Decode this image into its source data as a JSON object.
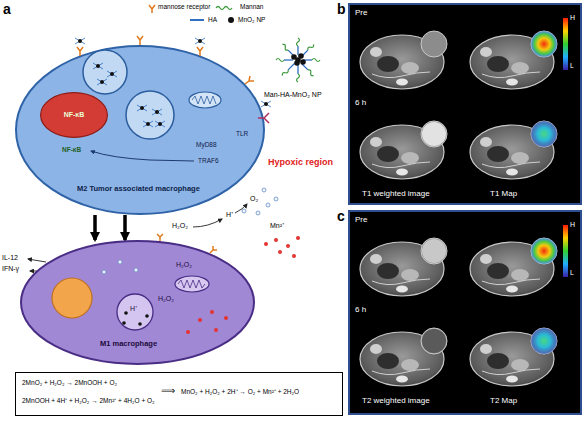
{
  "diagram": {
    "nodes": [
      {
        "text": [
          "M2 Tumor associated macrophage"
        ]
      },
      {
        "text": [
          "NF-κB"
        ],
        "in": 0
      },
      {
        "text": [
          "M1 macrophage"
        ]
      },
      {
        "text": [
          "2MnO₂ + H₂O₂ → 2MnOOH + O₂",
          "2MnOOH + 4H⁺ + H₂O₂ → 2Mn²⁺ + 4H₂O + O₂",
          "MnO₂ + H₂O₂ + 2H⁺ → O₂ + Mn²⁺ + 2H₂O"
        ]
      },
      {
        "text": [
          "Pre",
          "6 h",
          "T1 weighted image",
          "T1 Map"
        ]
      },
      {
        "text": [
          "Pre",
          "6 h",
          "T2 weighted image",
          "T2 Map"
        ]
      }
    ],
    "edges": [
      {
        "from": 0,
        "to": 2,
        "arrow": "to"
      },
      {
        "from": 0,
        "to": 2,
        "arrow": "to"
      }
    ],
    "labels": [
      "a",
      "Man-HA-MnO₂ NP",
      "MyD88",
      "TLR",
      "TRAF6",
      "NF-κB",
      "Hypoxic region",
      "O₂",
      "H⁺",
      "Mn²⁺",
      "H₂O₂",
      "H₂O₂",
      "H₂O₂",
      "H⁺",
      "IL-12",
      "IFN-γ",
      "⟹",
      "b",
      "H",
      "L",
      "c",
      "H",
      "L"
    ],
    "legend": [
      {
        "text": "mannose receptor"
      },
      {
        "text": "Mannan"
      },
      {
        "text": "HA"
      },
      {
        "text": "MnO₂ NP"
      }
    ]
  }
}
